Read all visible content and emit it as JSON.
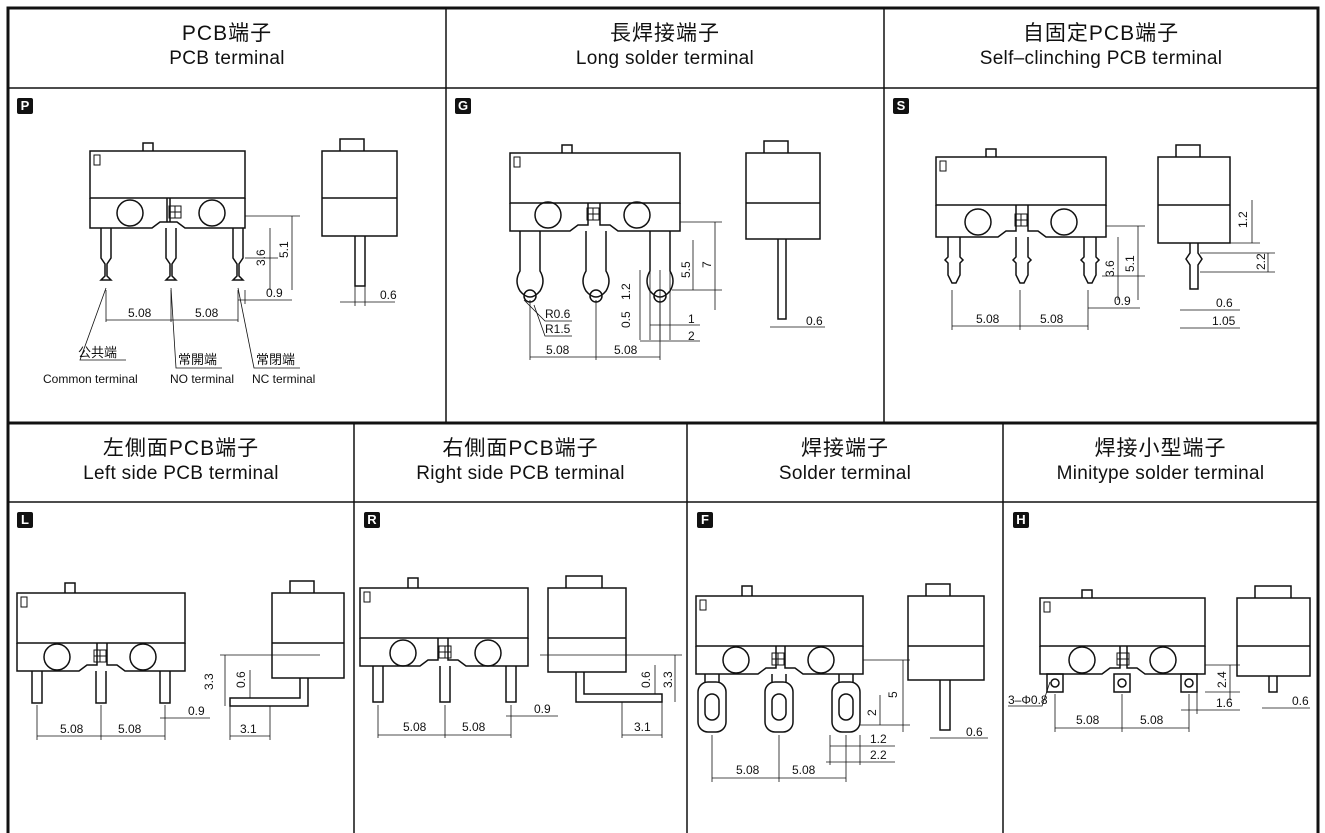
{
  "top_row": [
    {
      "cn": "PCB端子",
      "en": "PCB  terminal",
      "code": "P"
    },
    {
      "cn": "長焊接端子",
      "en": "Long solder  terminal",
      "code": "G"
    },
    {
      "cn": "自固定PCB端子",
      "en": "Self–clinching PCB terminal",
      "code": "S"
    }
  ],
  "bottom_row": [
    {
      "cn": "左側面PCB端子",
      "en": "Left  side  PCB  terminal",
      "code": "L"
    },
    {
      "cn": "右側面PCB端子",
      "en": "Right  side  PCB  terminal",
      "code": "R"
    },
    {
      "cn": "焊接端子",
      "en": "Solder  terminal",
      "code": "F"
    },
    {
      "cn": "焊接小型端子",
      "en": "Minitype solder terminal",
      "code": "H"
    }
  ],
  "labels": {
    "common_cn": "公共端",
    "common_en": "Common terminal",
    "no_cn": "常開端",
    "no_en": "NO terminal",
    "nc_cn": "常閉端",
    "nc_en": "NC terminal",
    "hole": "3–Φ0.8"
  },
  "dims": {
    "pitch": "5.08",
    "d36": "3.6",
    "d51": "5.1",
    "d09": "0.9",
    "d06": "0.6",
    "d55": "5.5",
    "d7": "7",
    "d12": "1.2",
    "d05": "0.5",
    "d1": "1",
    "d2": "2",
    "r06": "R0.6",
    "r15": "R1.5",
    "d22": "2.2",
    "d105": "1.05",
    "d33": "3.3",
    "d31": "3.1",
    "d5": "5",
    "d24": "2.4",
    "d16": "1.6"
  }
}
